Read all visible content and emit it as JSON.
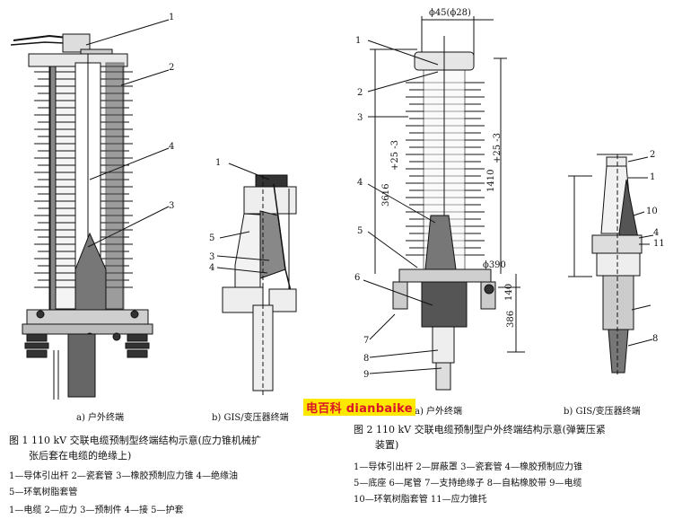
{
  "figure1": {
    "labels": [
      "1",
      "2",
      "3",
      "4",
      "1",
      "5",
      "3",
      "4"
    ],
    "sub_a": "a) 户外终端",
    "sub_b": "b) GIS/变压器终端",
    "caption_line1": "图 1   110 kV 交联电缆预制型终端结构示意(应力锥机械扩",
    "caption_line2": "张后套在电缆的绝缘上)",
    "legend_line1": "1—导体引出杆   2—瓷套管   3—橡胶预制应力锥   4—绝缘油",
    "legend_line2": "5—环氧树脂套管"
  },
  "figure2": {
    "labels_a": [
      "1",
      "2",
      "3",
      "4",
      "5",
      "6",
      "7",
      "8",
      "9"
    ],
    "labels_b": [
      "2",
      "1",
      "10",
      "11",
      "4",
      "8"
    ],
    "dimensions": {
      "top": "ϕ45(ϕ28)",
      "height1": "3616",
      "tol1": "+25 -3",
      "height2": "1410",
      "tol2": "+25 -3",
      "dia": "ϕ390",
      "d140": "140",
      "d386": "386"
    },
    "sub_a": "a) 户外终端",
    "sub_b": "b) GIS/变压器终端",
    "caption_line1": "图 2   110 kV 交联电缆预制型户外终端结构示意(弹簧压紧",
    "caption_line2": "装置)",
    "legend_line1": "1—导体引出杆   2—屏蔽罩   3—瓷套管   4—橡胶预制应力锥",
    "legend_line2": "5—底座   6—尾管   7—支持绝缘子   8—自粘橡胶带   9—电缆",
    "legend_line3": "10—环氧树脂套管   11—应力锥托"
  },
  "watermark": "电百科 dianbaike",
  "bottom_partial": "1—电缆  2—应力  3—预制件  4—接  5—护套"
}
